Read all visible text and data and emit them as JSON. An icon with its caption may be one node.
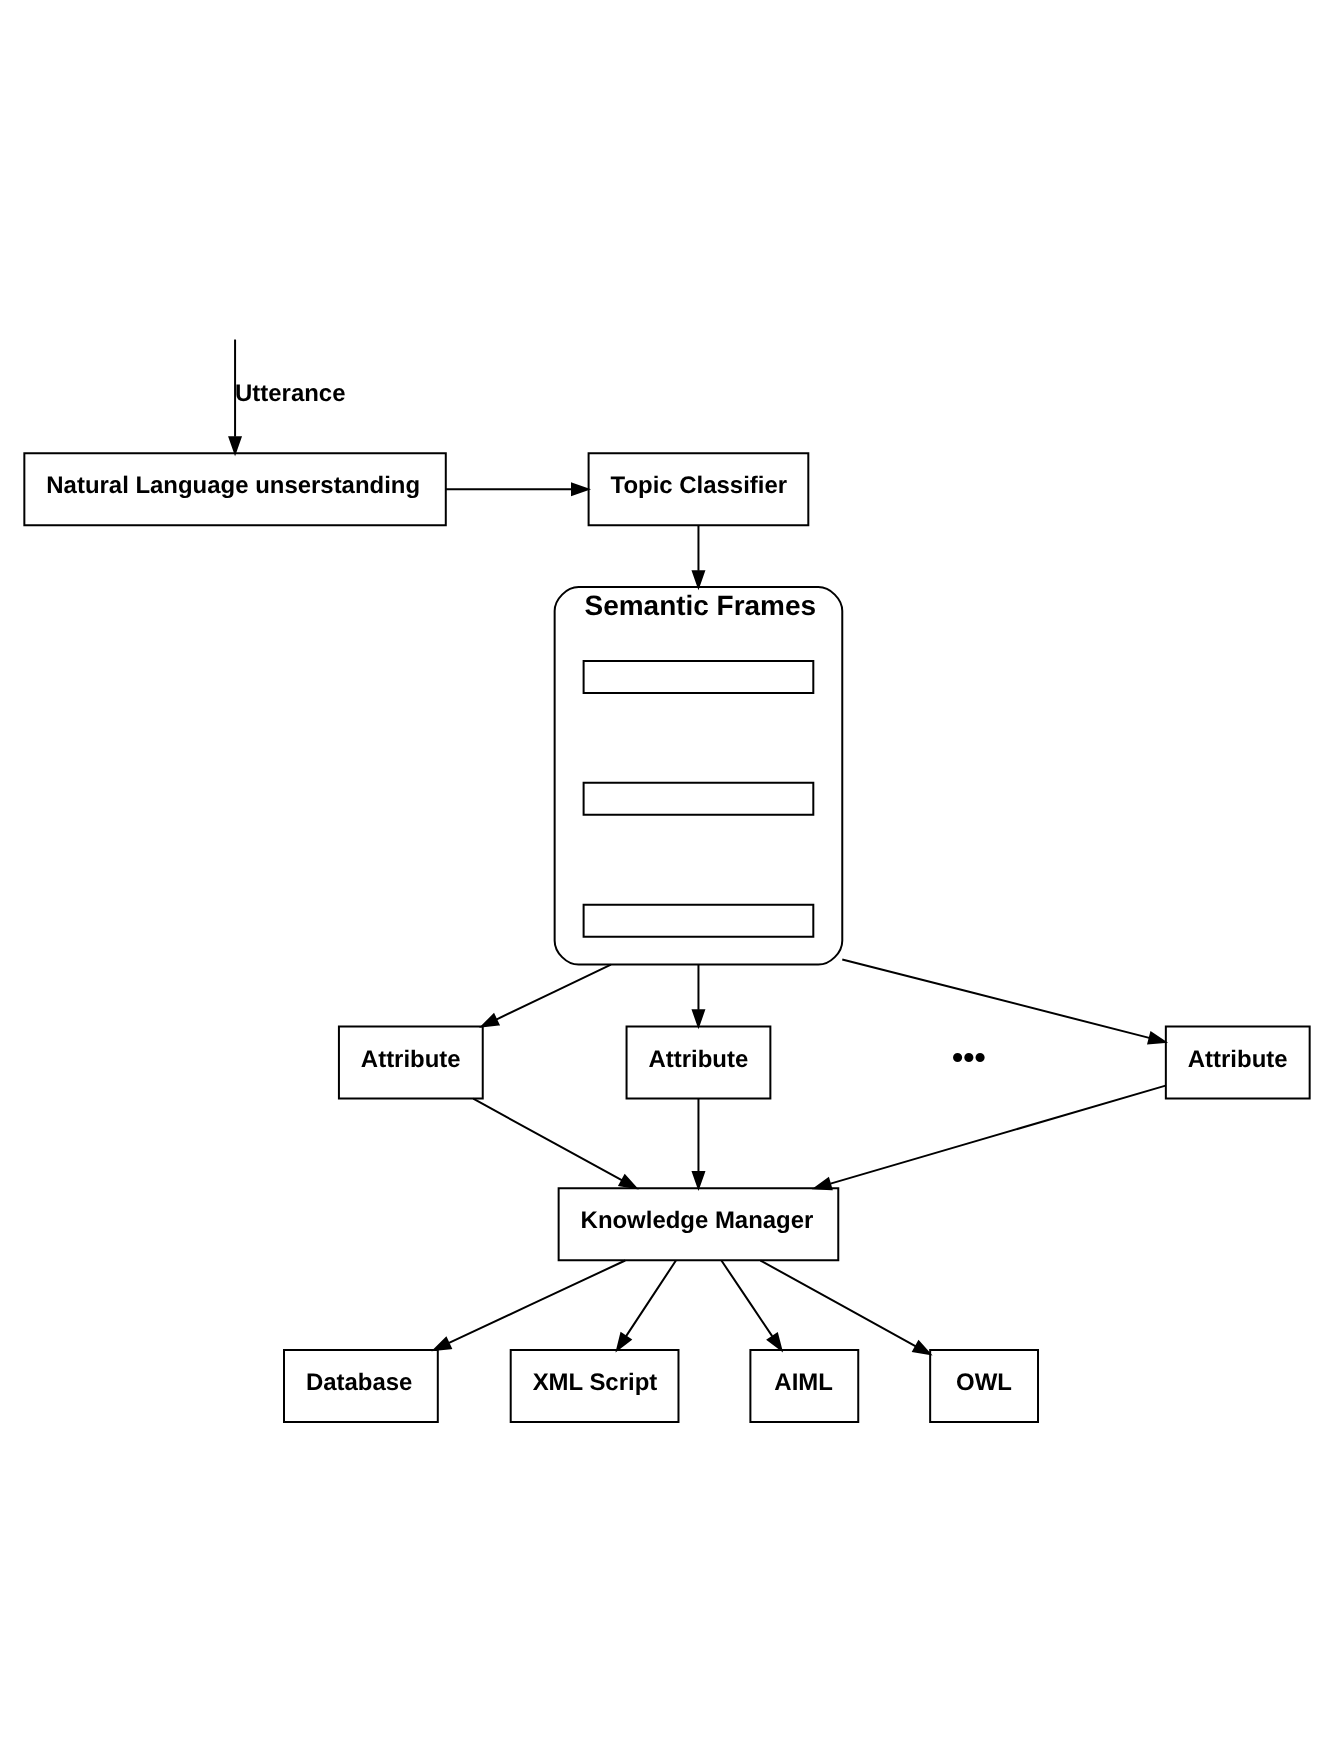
{
  "diagram": {
    "nodes": [
      {
        "text": [
          "Natural Language unserstanding"
        ]
      },
      {
        "text": [
          "Topic Classifier"
        ]
      },
      {
        "text": [
          "Semantic Frames"
        ]
      },
      {
        "text": [],
        "shape": "box",
        "in": 2
      },
      {
        "text": [],
        "shape": "box",
        "in": 2
      },
      {
        "text": [],
        "shape": "box",
        "in": 2
      },
      {
        "text": [
          "Attribute"
        ]
      },
      {
        "text": [
          "Attribute"
        ]
      },
      {
        "text": [
          "Attribute"
        ]
      },
      {
        "text": [
          "Knowledge Manager"
        ]
      },
      {
        "text": [
          "Database"
        ]
      },
      {
        "text": [
          "XML Script"
        ]
      },
      {
        "text": [
          "AIML"
        ]
      },
      {
        "text": [
          "OWL"
        ]
      }
    ],
    "edges": [
      {
        "from": null,
        "to": 0,
        "arrow": "to",
        "label": "Utterance"
      },
      {
        "from": 0,
        "to": 1,
        "arrow": "to"
      },
      {
        "from": 1,
        "to": 2,
        "arrow": "to"
      },
      {
        "from": 2,
        "to": 6,
        "arrow": "to"
      },
      {
        "from": 2,
        "to": 7,
        "arrow": "to"
      },
      {
        "from": 2,
        "to": 8,
        "arrow": "to"
      },
      {
        "from": 6,
        "to": 9,
        "arrow": "to"
      },
      {
        "from": 7,
        "to": 9,
        "arrow": "to"
      },
      {
        "from": 8,
        "to": 9,
        "arrow": "to"
      },
      {
        "from": 9,
        "to": 10,
        "arrow": "to"
      },
      {
        "from": 9,
        "to": 11,
        "arrow": "to"
      },
      {
        "from": 9,
        "to": 12,
        "arrow": "to"
      },
      {
        "from": 9,
        "to": 13,
        "arrow": "to"
      }
    ],
    "labels": [
      "•••"
    ]
  }
}
